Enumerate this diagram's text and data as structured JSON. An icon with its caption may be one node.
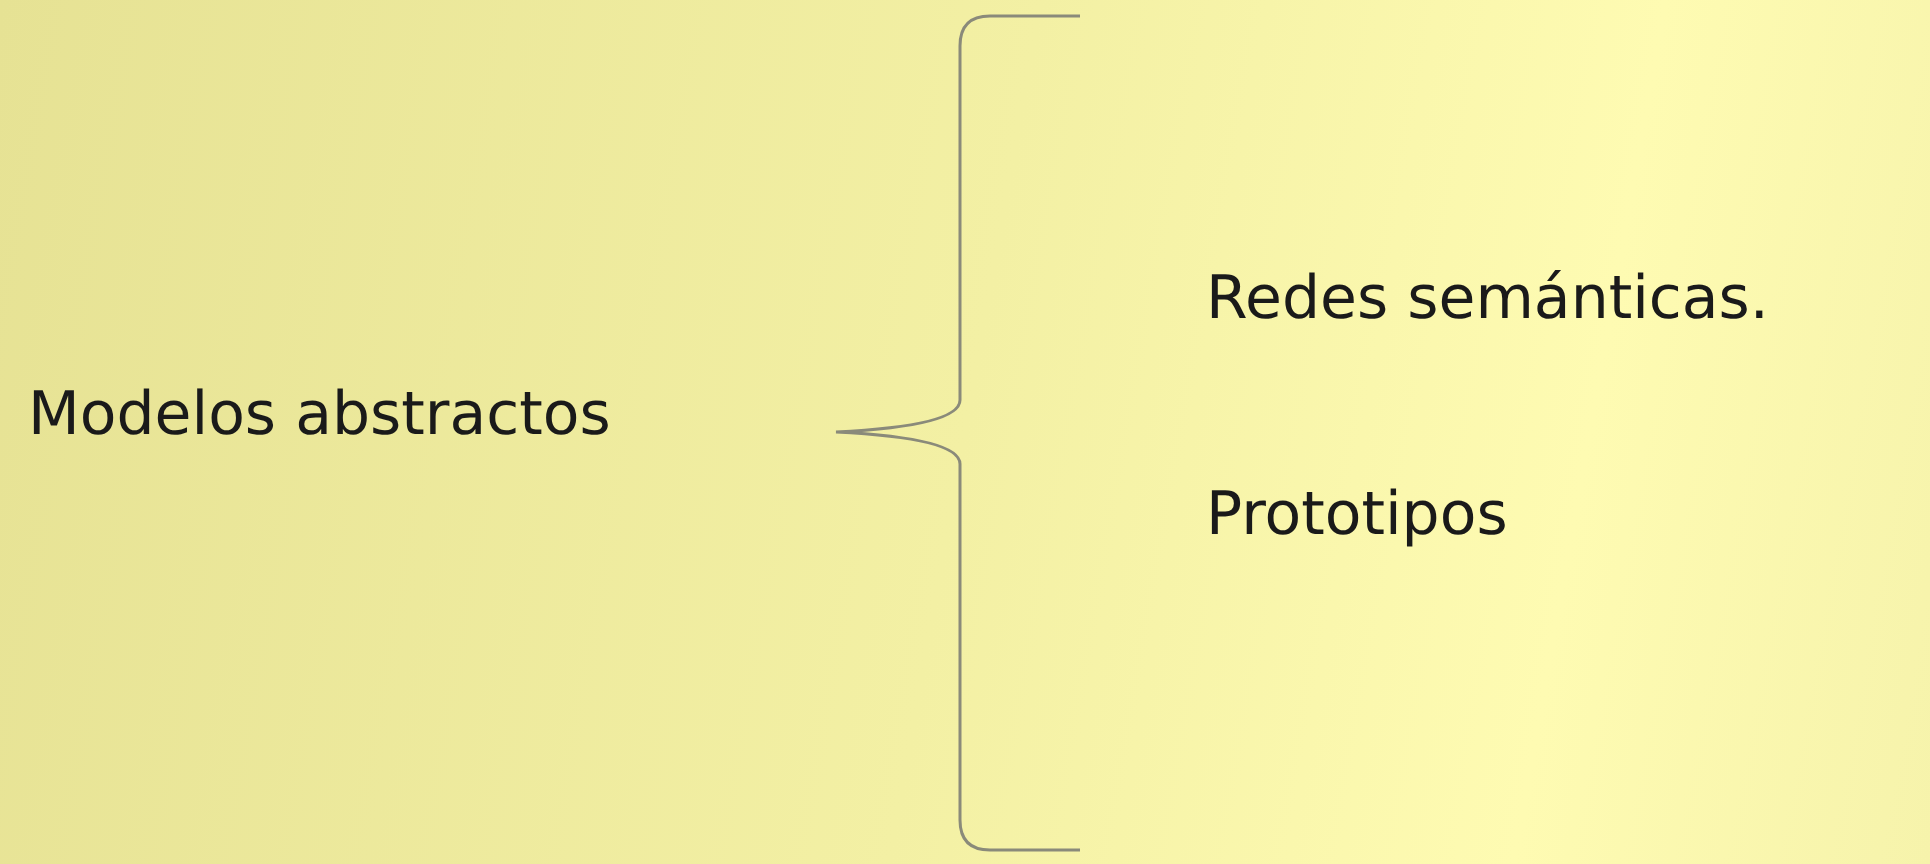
{
  "diagram": {
    "labels": [
      "Modelos abstractos",
      "Redes semánticas.",
      "Prototipos"
    ]
  }
}
